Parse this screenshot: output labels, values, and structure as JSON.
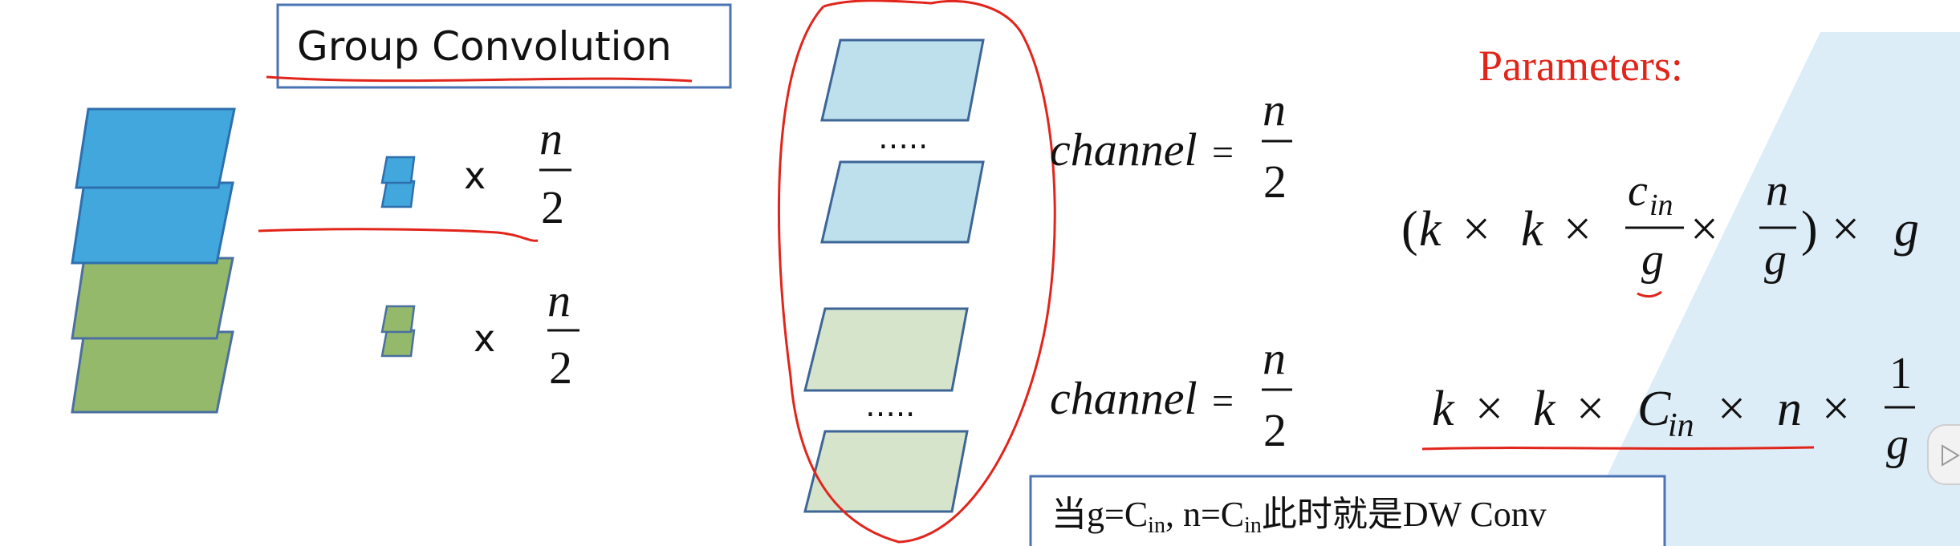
{
  "title": "Group Convolution",
  "colors": {
    "blue_fill": "#41a7dc",
    "blue_stroke": "#2e6fae",
    "green_fill": "#95b96a",
    "green_stroke": "#4a6fa0",
    "light_blue_fill": "#bde0ec",
    "light_green_fill": "#d6e4cc",
    "pale_stroke": "#3d6696",
    "red_annotation": "#e1251b",
    "watermark_blue": "#d7eaf6"
  },
  "multiplier_rows": [
    {
      "times": "x",
      "numerator": "n",
      "denominator": "2"
    },
    {
      "times": "x",
      "numerator": "n",
      "denominator": "2"
    }
  ],
  "ellipses": [
    "…..",
    "….."
  ],
  "channel_rows": [
    {
      "label": "channel",
      "eq": "=",
      "numerator": "n",
      "denominator": "2"
    },
    {
      "label": "channel",
      "eq": "=",
      "numerator": "n",
      "denominator": "2"
    }
  ],
  "parameters": {
    "heading": "Parameters:",
    "formula1": {
      "open": "(",
      "k1": "k",
      "times1": "×",
      "k2": "k",
      "times2": "×",
      "frac1_num_c": "c",
      "frac1_num_sub": "in",
      "frac1_den": "g",
      "times3": "×",
      "frac2_num": "n",
      "frac2_den": "g",
      "close": ")",
      "times4": "×",
      "g": "g"
    },
    "formula2": {
      "k1": "k",
      "times1": "×",
      "k2": "k",
      "times2": "×",
      "c": "C",
      "c_sub": "in",
      "times3": "×",
      "n": "n",
      "times4": "×",
      "frac_num": "1",
      "frac_den": "g"
    }
  },
  "note": {
    "prefix": "当g=C",
    "sub1": "in",
    "mid": ", n=C",
    "sub2": "in",
    "suffix": "此时就是DW Conv"
  }
}
